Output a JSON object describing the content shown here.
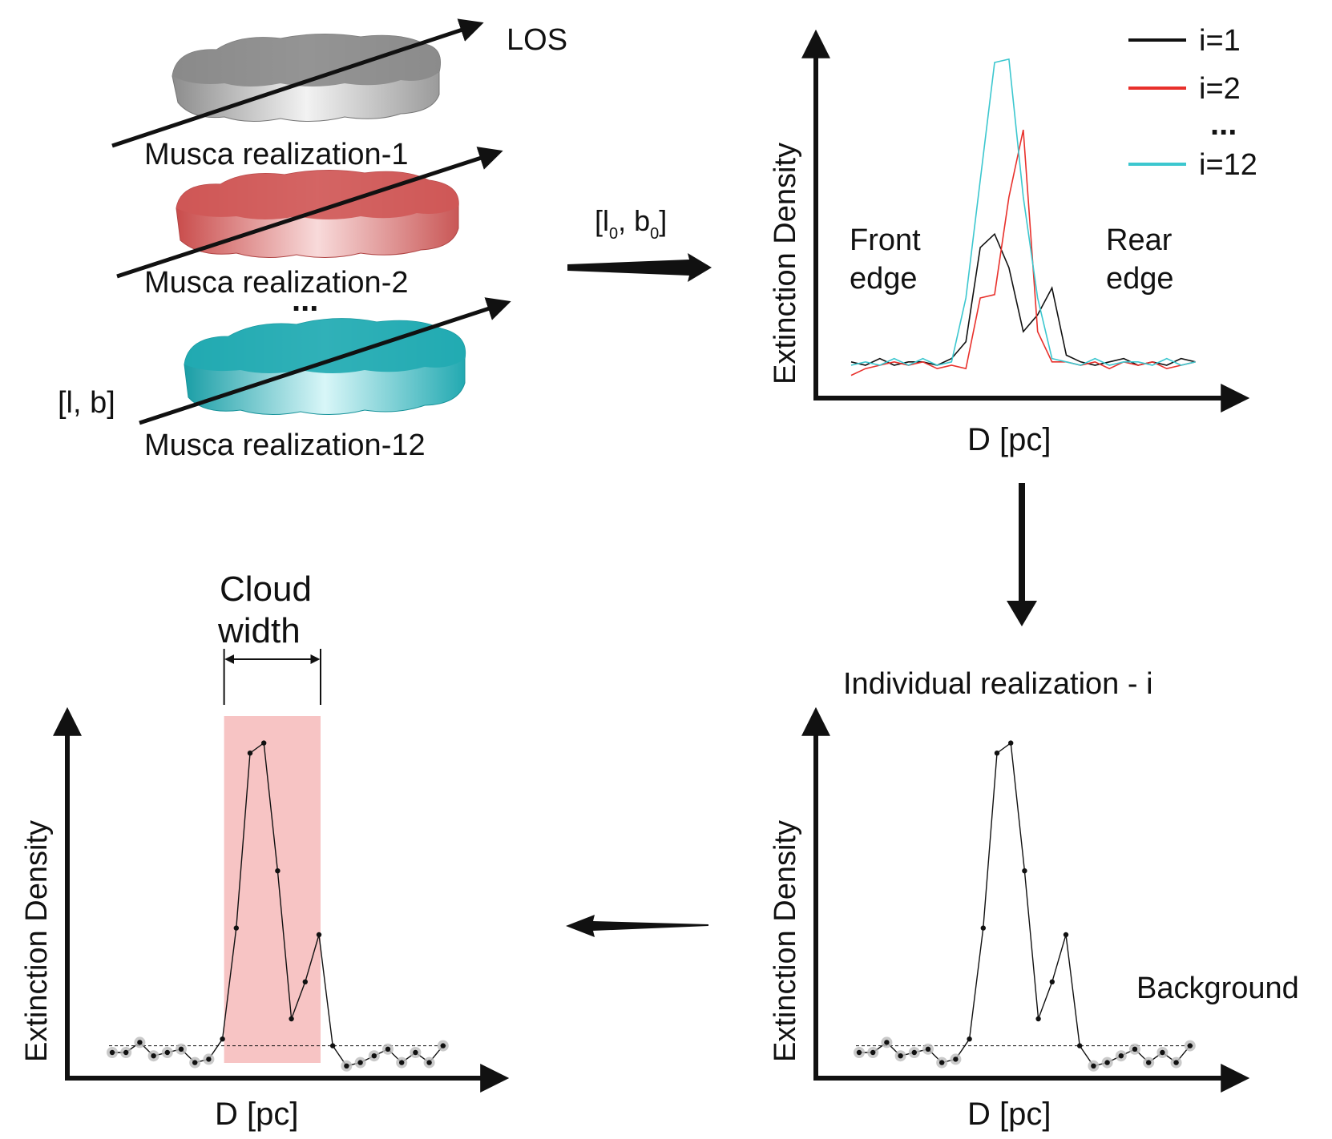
{
  "clouds": {
    "los_label": "LOS",
    "coord_label": "[l, b]",
    "realizations": [
      {
        "label": "Musca realization-1",
        "color": "#a6a6a6"
      },
      {
        "label": "Musca realization-2",
        "color": "#d9605f"
      },
      {
        "label": "Musca realization-12",
        "color": "#2bb5bd"
      }
    ],
    "ellipsis": "..."
  },
  "arrow_to_stack": {
    "label_main_1": "[l",
    "label_sub_1": "0",
    "label_mid": ", b",
    "label_sub_2": "0",
    "label_end": "]"
  },
  "stack_plot": {
    "ylabel": "Extinction Density",
    "xlabel": "D [pc]",
    "front_edge": [
      "Front",
      "edge"
    ],
    "rear_edge": [
      "Rear",
      "edge"
    ],
    "legend": [
      {
        "label": "i=1",
        "color": "#111111"
      },
      {
        "label": "i=2",
        "color": "#e8302b"
      },
      {
        "label": "i=12",
        "color": "#3cc7cf"
      }
    ],
    "legend_ellipsis": "..."
  },
  "single_plot": {
    "title": "Individual realization - i",
    "ylabel": "Extinction Density",
    "xlabel": "D [pc]",
    "background_label": "Background"
  },
  "width_plot": {
    "ylabel": "Extinction Density",
    "xlabel": "D [pc]",
    "cloud_width": [
      "Cloud",
      "width"
    ],
    "highlight_color": "#f7c4c4"
  },
  "chart_data": [
    {
      "type": "line",
      "title": "",
      "xlabel": "D [pc]",
      "ylabel": "Extinction Density",
      "x": [
        0,
        1,
        2,
        3,
        4,
        5,
        6,
        7,
        8,
        9,
        10,
        11,
        12,
        13,
        14,
        15,
        16,
        17,
        18,
        19,
        20,
        21,
        22,
        23,
        24
      ],
      "series": [
        {
          "name": "i=1",
          "values": [
            0.06,
            0.05,
            0.07,
            0.05,
            0.06,
            0.06,
            0.05,
            0.07,
            0.12,
            0.4,
            0.44,
            0.34,
            0.15,
            0.2,
            0.28,
            0.08,
            0.06,
            0.05,
            0.06,
            0.07,
            0.05,
            0.06,
            0.05,
            0.07,
            0.06
          ]
        },
        {
          "name": "i=2",
          "values": [
            0.02,
            0.04,
            0.05,
            0.06,
            0.05,
            0.06,
            0.04,
            0.05,
            0.04,
            0.25,
            0.26,
            0.55,
            0.75,
            0.15,
            0.06,
            0.06,
            0.05,
            0.06,
            0.04,
            0.06,
            0.05,
            0.06,
            0.04,
            0.05,
            0.06
          ]
        },
        {
          "name": "i=12",
          "values": [
            0.05,
            0.06,
            0.05,
            0.07,
            0.05,
            0.07,
            0.05,
            0.06,
            0.25,
            0.6,
            0.95,
            0.96,
            0.55,
            0.25,
            0.07,
            0.06,
            0.05,
            0.07,
            0.05,
            0.06,
            0.06,
            0.05,
            0.07,
            0.05,
            0.06
          ]
        }
      ]
    },
    {
      "type": "line",
      "title": "Individual realization - i",
      "xlabel": "D [pc]",
      "ylabel": "Extinction Density",
      "x": [
        0,
        1,
        2,
        3,
        4,
        5,
        6,
        7,
        8,
        9,
        10,
        11,
        12,
        13,
        14,
        15,
        16,
        17,
        18,
        19,
        20,
        21,
        22,
        23,
        24
      ],
      "series": [
        {
          "name": "",
          "values": [
            0.05,
            0.05,
            0.08,
            0.04,
            0.05,
            0.06,
            0.02,
            0.03,
            0.09,
            0.42,
            0.94,
            0.97,
            0.59,
            0.15,
            0.26,
            0.4,
            0.07,
            0.01,
            0.02,
            0.04,
            0.06,
            0.02,
            0.05,
            0.02,
            0.07
          ]
        }
      ],
      "background_level": 0.07
    },
    {
      "type": "line",
      "title": "",
      "xlabel": "D [pc]",
      "ylabel": "Extinction Density",
      "x": [
        0,
        1,
        2,
        3,
        4,
        5,
        6,
        7,
        8,
        9,
        10,
        11,
        12,
        13,
        14,
        15,
        16,
        17,
        18,
        19,
        20,
        21,
        22,
        23,
        24
      ],
      "series": [
        {
          "name": "",
          "values": [
            0.05,
            0.05,
            0.08,
            0.04,
            0.05,
            0.06,
            0.02,
            0.03,
            0.09,
            0.42,
            0.94,
            0.97,
            0.59,
            0.15,
            0.26,
            0.4,
            0.07,
            0.01,
            0.02,
            0.04,
            0.06,
            0.02,
            0.05,
            0.02,
            0.07
          ]
        }
      ],
      "background_level": 0.07,
      "highlight_x_range": [
        8,
        15
      ]
    }
  ]
}
